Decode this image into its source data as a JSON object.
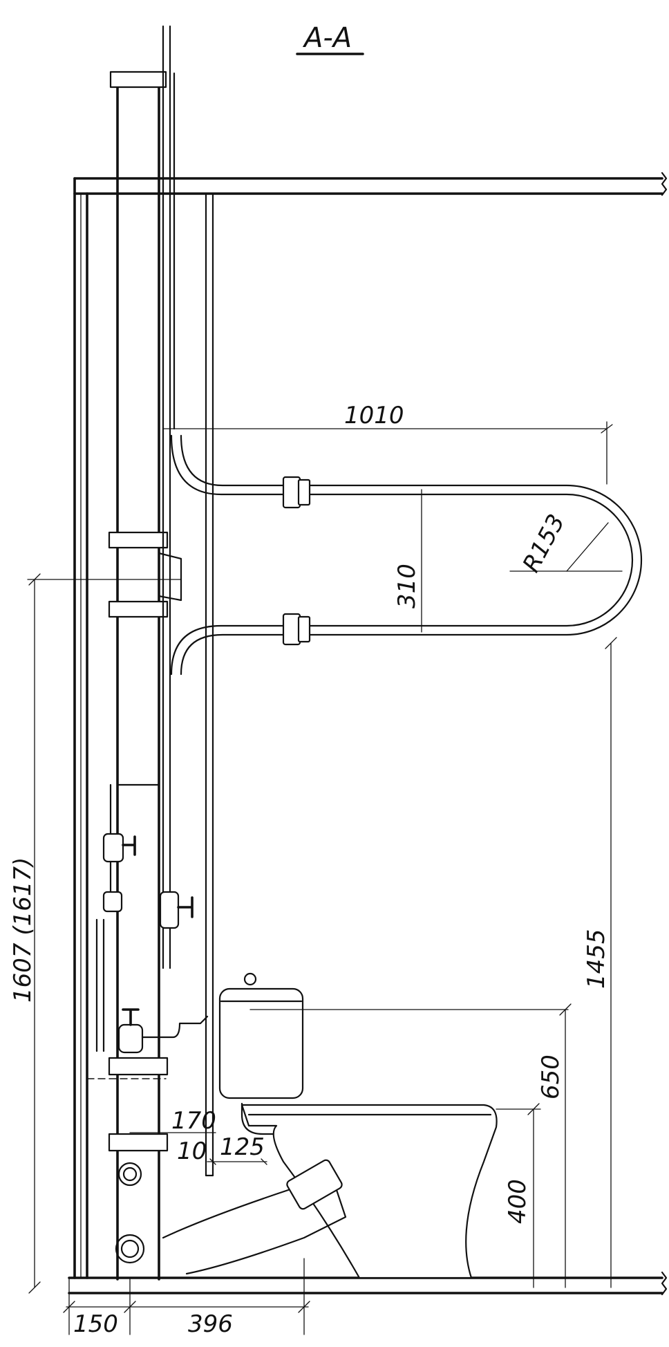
{
  "section_label": "A-A",
  "dimensions": {
    "width_1010": "1010",
    "height_310": "310",
    "radius": "R153",
    "height_1607": "1607 (1617)",
    "height_1455": "1455",
    "height_650": "650",
    "height_400": "400",
    "offset_170": "170",
    "offset_10": "10",
    "offset_125": "125",
    "base_150": "150",
    "base_396": "396"
  }
}
